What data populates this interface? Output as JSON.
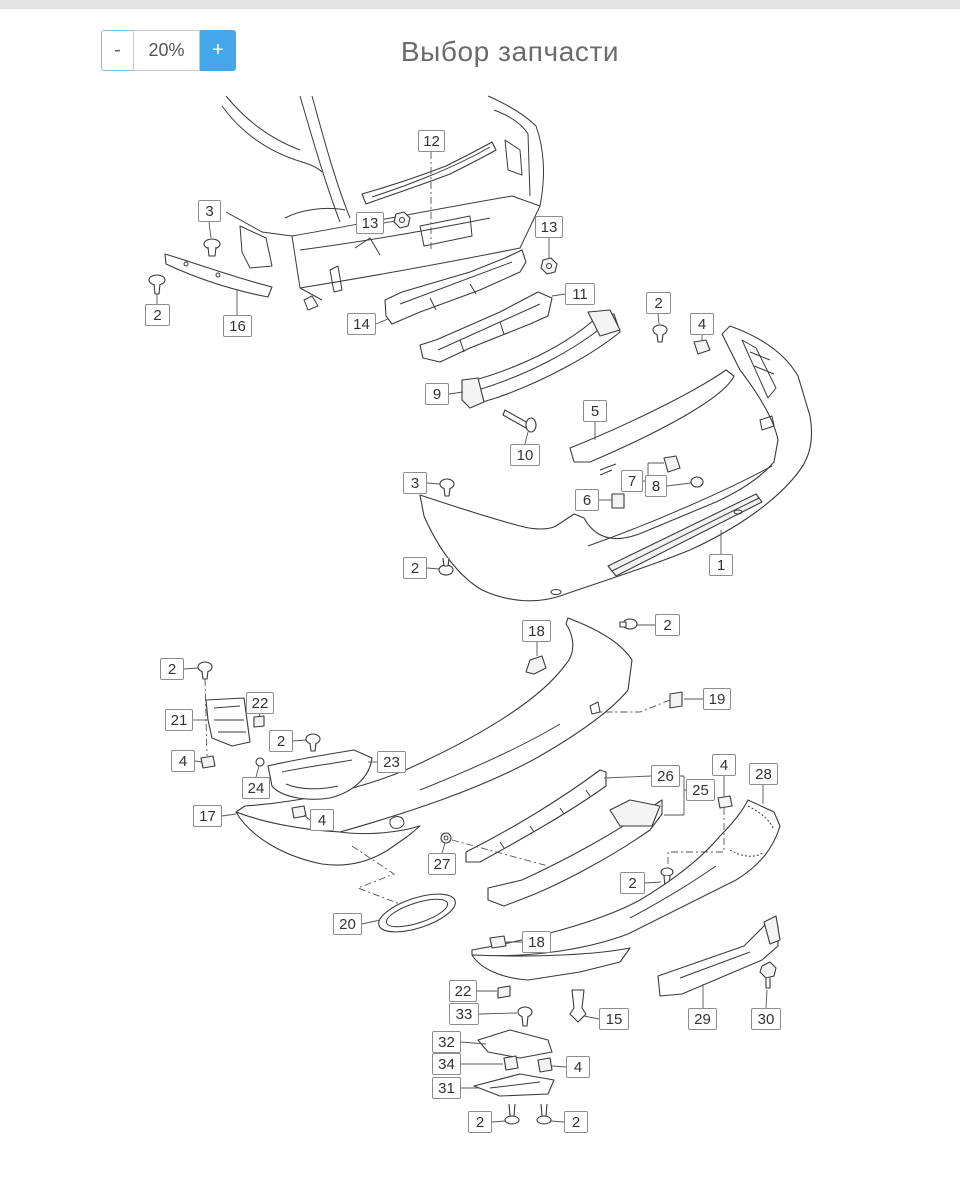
{
  "page": {
    "title": "Выбор запчасти"
  },
  "zoom": {
    "decrease_label": "-",
    "value": "20%",
    "increase_label": "+"
  },
  "colors": {
    "accent": "#45a7ea",
    "title": "#6b6b6b",
    "line_art": "#3a3a3a",
    "top_bar": "#e3e3e3"
  },
  "diagram": {
    "callouts": [
      "12",
      "3",
      "13",
      "13",
      "2",
      "16",
      "14",
      "11",
      "2",
      "4",
      "9",
      "5",
      "10",
      "3",
      "7",
      "8",
      "6",
      "2",
      "1",
      "18",
      "2",
      "2",
      "22",
      "19",
      "21",
      "2",
      "4",
      "23",
      "24",
      "26",
      "4",
      "28",
      "25",
      "17",
      "4",
      "27",
      "2",
      "20",
      "18",
      "22",
      "33",
      "15",
      "29",
      "30",
      "32",
      "34",
      "4",
      "31",
      "2",
      "2"
    ]
  }
}
